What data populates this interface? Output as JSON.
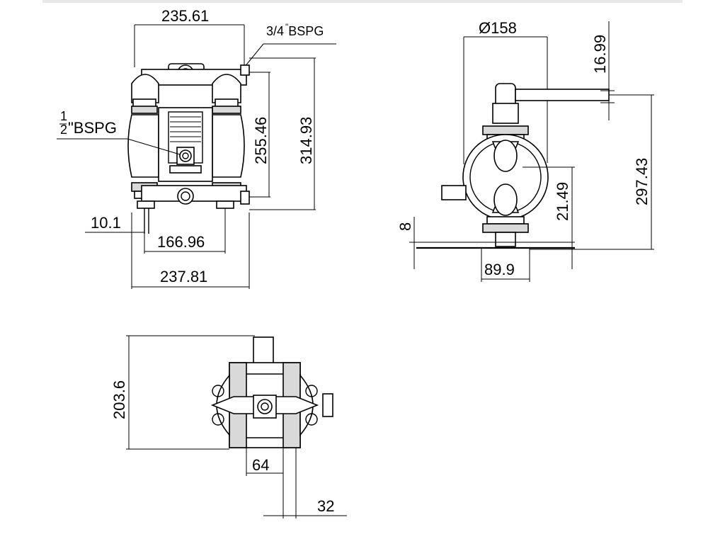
{
  "dimensions": {
    "width_top": "235.61",
    "outlet_port": "3/4",
    "outlet_port_suffix": "BSPG",
    "inlet_port_frac_num": "1",
    "inlet_port_frac_den": "2",
    "inlet_port_suffix": "\"BSPG",
    "height_inner": "255.46",
    "height_total": "314.93",
    "offset_left": "10.1",
    "foot_spacing": "166.96",
    "width_bottom": "237.81",
    "diameter": "Ø158",
    "offset_top_side": "16.99",
    "height_side": "297.43",
    "inlet_height": "21.49",
    "base_height": "8",
    "base_width": "89.9",
    "depth": "203.6",
    "center_64": "64",
    "width_32": "32"
  }
}
